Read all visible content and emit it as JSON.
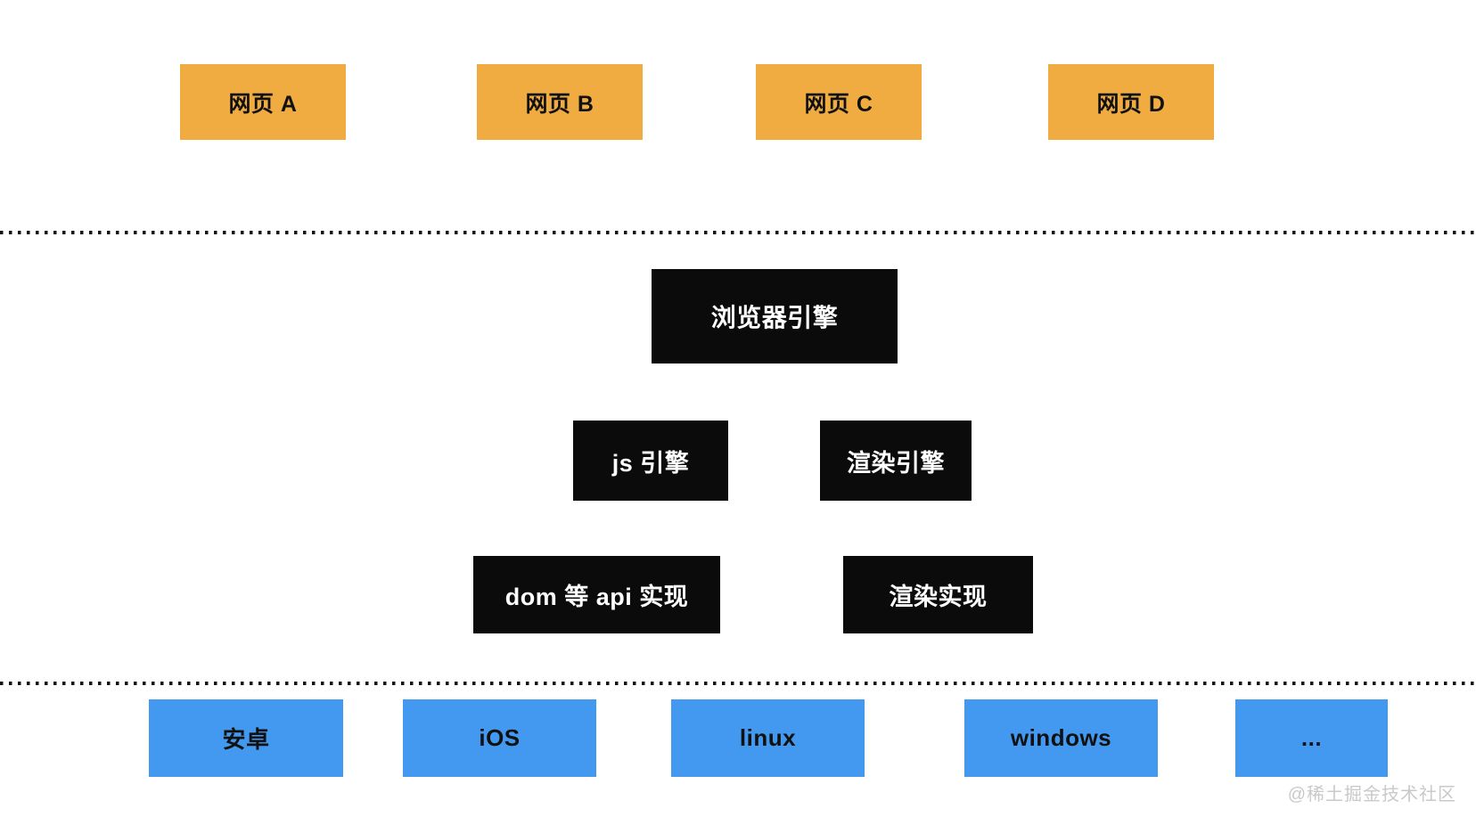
{
  "colors": {
    "background": "#ffffff",
    "webpage_box": "#f0ac41",
    "engine_box": "#0b0b0b",
    "engine_text": "#ffffff",
    "platform_box": "#4399f0",
    "node_text": "#111111",
    "separator": "#111111",
    "watermark_text": "#c9c9c9"
  },
  "webpages": {
    "items": [
      {
        "label": "网页 A"
      },
      {
        "label": "网页 B"
      },
      {
        "label": "网页 C"
      },
      {
        "label": "网页 D"
      }
    ]
  },
  "browser": {
    "engine": {
      "label": "浏览器引擎"
    },
    "subengines": [
      {
        "label": "js 引擎"
      },
      {
        "label": "渲染引擎"
      }
    ],
    "implementations": [
      {
        "label": "dom 等 api 实现"
      },
      {
        "label": "渲染实现"
      }
    ]
  },
  "platforms": {
    "items": [
      {
        "label": "安卓"
      },
      {
        "label": "iOS"
      },
      {
        "label": "linux"
      },
      {
        "label": "windows"
      },
      {
        "label": "..."
      }
    ]
  },
  "watermark": "@稀土掘金技术社区"
}
